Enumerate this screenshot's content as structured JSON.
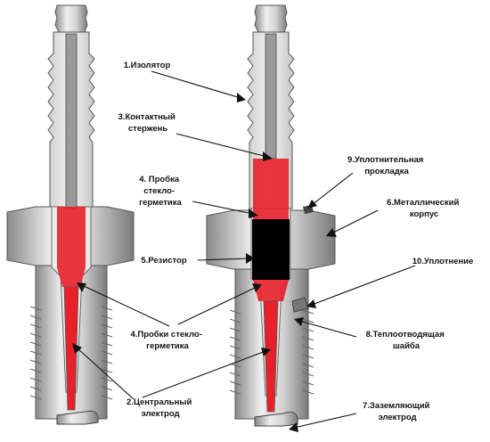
{
  "colors": {
    "metal_light": "#e6e6e6",
    "metal_mid": "#b9b9b9",
    "metal_dark": "#555555",
    "rod": "#8f8f8f",
    "glass_seal": "#e8202a",
    "resistor": "#000000",
    "text": "#111111"
  },
  "callouts": [
    {
      "id": "insulator",
      "lines": [
        "1.Изолятор"
      ]
    },
    {
      "id": "contact-rod",
      "lines": [
        "3.Контактный",
        "стержень"
      ]
    },
    {
      "id": "glass-plug-upper",
      "lines": [
        "4. Пробка",
        "стекло-",
        "герметика"
      ]
    },
    {
      "id": "resistor",
      "lines": [
        "5.Резистор"
      ]
    },
    {
      "id": "glass-plugs-lower",
      "lines": [
        "4.Пробки стекло-",
        "герметика"
      ]
    },
    {
      "id": "central-electrode",
      "lines": [
        "2.Центральный",
        "электрод"
      ]
    },
    {
      "id": "sealing-gasket",
      "lines": [
        "9.Уплотнительная",
        "прокладка"
      ]
    },
    {
      "id": "metal-body",
      "lines": [
        "6.Металлический",
        "корпус"
      ]
    },
    {
      "id": "seal",
      "lines": [
        "10.Уплотнение"
      ]
    },
    {
      "id": "heat-washer",
      "lines": [
        "8.Теплоотводящая",
        "шайба"
      ]
    },
    {
      "id": "ground-electrode",
      "lines": [
        "7.Заземляющий",
        "электрод"
      ]
    }
  ]
}
